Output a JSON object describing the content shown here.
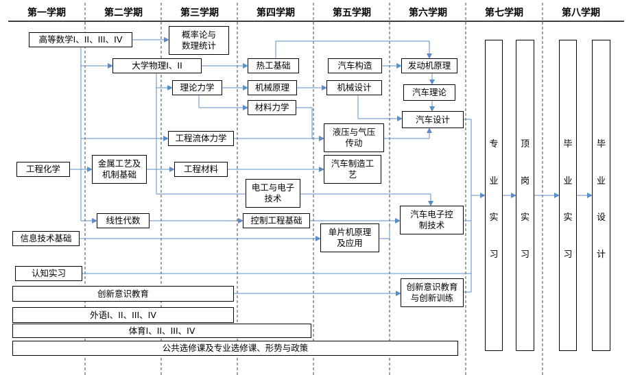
{
  "semesters": [
    "第一学期",
    "第二学期",
    "第三学期",
    "第四学期",
    "第五学期",
    "第六学期",
    "第七学期",
    "第八学期"
  ],
  "courses": {
    "advanced_math": "高等数学I、II、III、IV",
    "probability": "概率论与\n数理统计",
    "physics": "大学物理I、II",
    "thermal": "热工基础",
    "auto_structure": "汽车构造",
    "engine_principle": "发动机原理",
    "theoretical_mechanics": "理论力学",
    "mechanical_principles": "机械原理",
    "mechanical_design": "机械设计",
    "auto_theory": "汽车理论",
    "material_mechanics": "材料力学",
    "auto_design": "汽车设计",
    "fluid_mechanics": "工程流体力学",
    "hydraulic": "液压与气压\n传动",
    "chemistry": "工程化学",
    "metal_tech": "金属工艺及\n机制基础",
    "eng_materials": "工程材料",
    "auto_manufacturing": "汽车制造工\n艺",
    "electrical": "电工与电子\n技术",
    "linear_algebra": "线性代数",
    "control_basis": "控制工程基础",
    "auto_electronics": "汽车电子控\n制技术",
    "mcu": "单片机原理\n及应用",
    "it_basis": "信息技术基础",
    "cognition_practice": "认知实习",
    "innovation_edu": "创新意识教育",
    "innovation_training": "创新意识教育\n与创新训练",
    "foreign_language": "外语I、II、III、IV",
    "pe": "体育I、II、III、IV",
    "electives": "公共选修课及专业选修课、形势与政策"
  },
  "vertical": {
    "professional_internship": [
      "专",
      "业",
      "实",
      "习"
    ],
    "job_internship": [
      "顶",
      "岗",
      "实",
      "习"
    ],
    "graduation_internship": [
      "毕",
      "业",
      "实",
      "习"
    ],
    "graduation_design": [
      "毕",
      "业",
      "设",
      "计"
    ]
  },
  "colors": {
    "arrow": "#5b8ec9",
    "separator": "#444444",
    "border": "#000000"
  }
}
